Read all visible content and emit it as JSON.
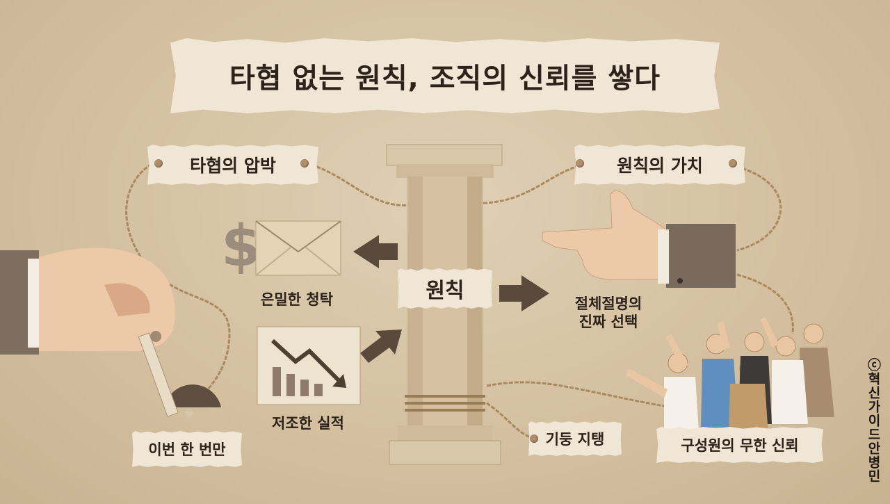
{
  "title": "타협 없는 원칙, 조직의 신뢰를 쌓다",
  "pillar_label": "원칙",
  "left": {
    "heading": "타협의 압박",
    "items": [
      "은밀한 청탁",
      "저조한 실적",
      "이번 한 번만"
    ]
  },
  "right": {
    "heading": "원칙의 가치",
    "items": [
      "절체절명의\n진짜 선택",
      "구성원의 무한 신뢰"
    ]
  },
  "pillar_support": "기둥 지탱",
  "credit": "ⓒ혁신가이드안병민",
  "colors": {
    "background": "#d8c6a8",
    "paper": "#efe6d6",
    "arrow": "#5a4a3c",
    "twine": "#a8895f"
  }
}
